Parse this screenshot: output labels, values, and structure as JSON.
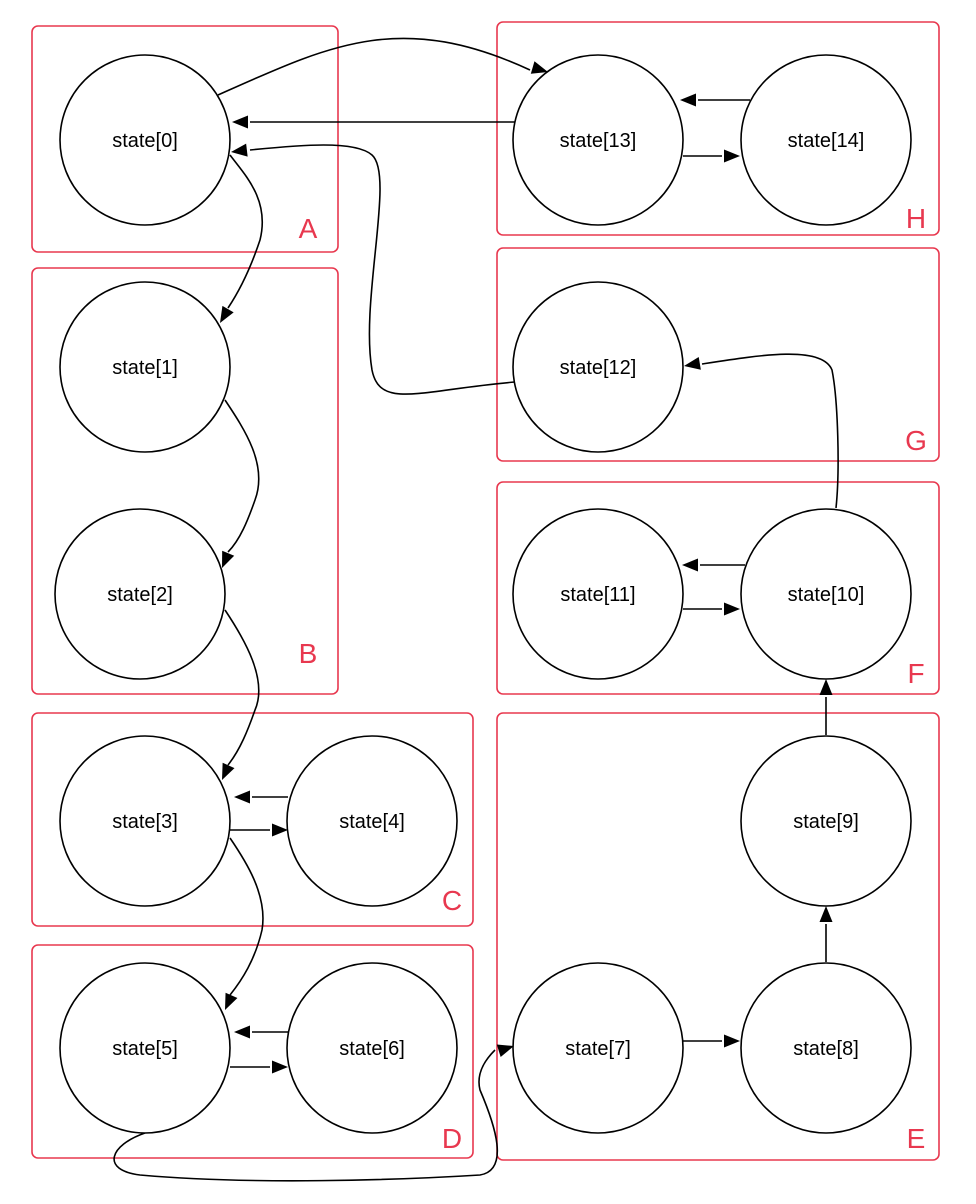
{
  "diagram": {
    "type": "state-transition-graph",
    "colors": {
      "cluster": "#e8384f",
      "node_stroke": "#000000",
      "edge": "#000000",
      "background": "#ffffff"
    },
    "clusters": [
      {
        "id": "A",
        "label": "A",
        "states": [
          "s0"
        ]
      },
      {
        "id": "B",
        "label": "B",
        "states": [
          "s1",
          "s2"
        ]
      },
      {
        "id": "C",
        "label": "C",
        "states": [
          "s3",
          "s4"
        ]
      },
      {
        "id": "D",
        "label": "D",
        "states": [
          "s5",
          "s6"
        ]
      },
      {
        "id": "E",
        "label": "E",
        "states": [
          "s7",
          "s8",
          "s9"
        ]
      },
      {
        "id": "F",
        "label": "F",
        "states": [
          "s10",
          "s11"
        ]
      },
      {
        "id": "G",
        "label": "G",
        "states": [
          "s12"
        ]
      },
      {
        "id": "H",
        "label": "H",
        "states": [
          "s13",
          "s14"
        ]
      }
    ],
    "states": [
      {
        "id": "s0",
        "label": "state[0]"
      },
      {
        "id": "s1",
        "label": "state[1]"
      },
      {
        "id": "s2",
        "label": "state[2]"
      },
      {
        "id": "s3",
        "label": "state[3]"
      },
      {
        "id": "s4",
        "label": "state[4]"
      },
      {
        "id": "s5",
        "label": "state[5]"
      },
      {
        "id": "s6",
        "label": "state[6]"
      },
      {
        "id": "s7",
        "label": "state[7]"
      },
      {
        "id": "s8",
        "label": "state[8]"
      },
      {
        "id": "s9",
        "label": "state[9]"
      },
      {
        "id": "s10",
        "label": "state[10]"
      },
      {
        "id": "s11",
        "label": "state[11]"
      },
      {
        "id": "s12",
        "label": "state[12]"
      },
      {
        "id": "s13",
        "label": "state[13]"
      },
      {
        "id": "s14",
        "label": "state[14]"
      }
    ],
    "edges": [
      {
        "from": "s0",
        "to": "s13"
      },
      {
        "from": "s13",
        "to": "s0"
      },
      {
        "from": "s13",
        "to": "s14"
      },
      {
        "from": "s14",
        "to": "s13"
      },
      {
        "from": "s12",
        "to": "s0"
      },
      {
        "from": "s0",
        "to": "s1"
      },
      {
        "from": "s1",
        "to": "s2"
      },
      {
        "from": "s2",
        "to": "s3"
      },
      {
        "from": "s3",
        "to": "s4"
      },
      {
        "from": "s4",
        "to": "s3"
      },
      {
        "from": "s3",
        "to": "s5"
      },
      {
        "from": "s5",
        "to": "s6"
      },
      {
        "from": "s6",
        "to": "s5"
      },
      {
        "from": "s5",
        "to": "s7"
      },
      {
        "from": "s7",
        "to": "s8"
      },
      {
        "from": "s8",
        "to": "s9"
      },
      {
        "from": "s9",
        "to": "s10"
      },
      {
        "from": "s10",
        "to": "s11"
      },
      {
        "from": "s11",
        "to": "s10"
      },
      {
        "from": "s10",
        "to": "s12"
      }
    ]
  }
}
